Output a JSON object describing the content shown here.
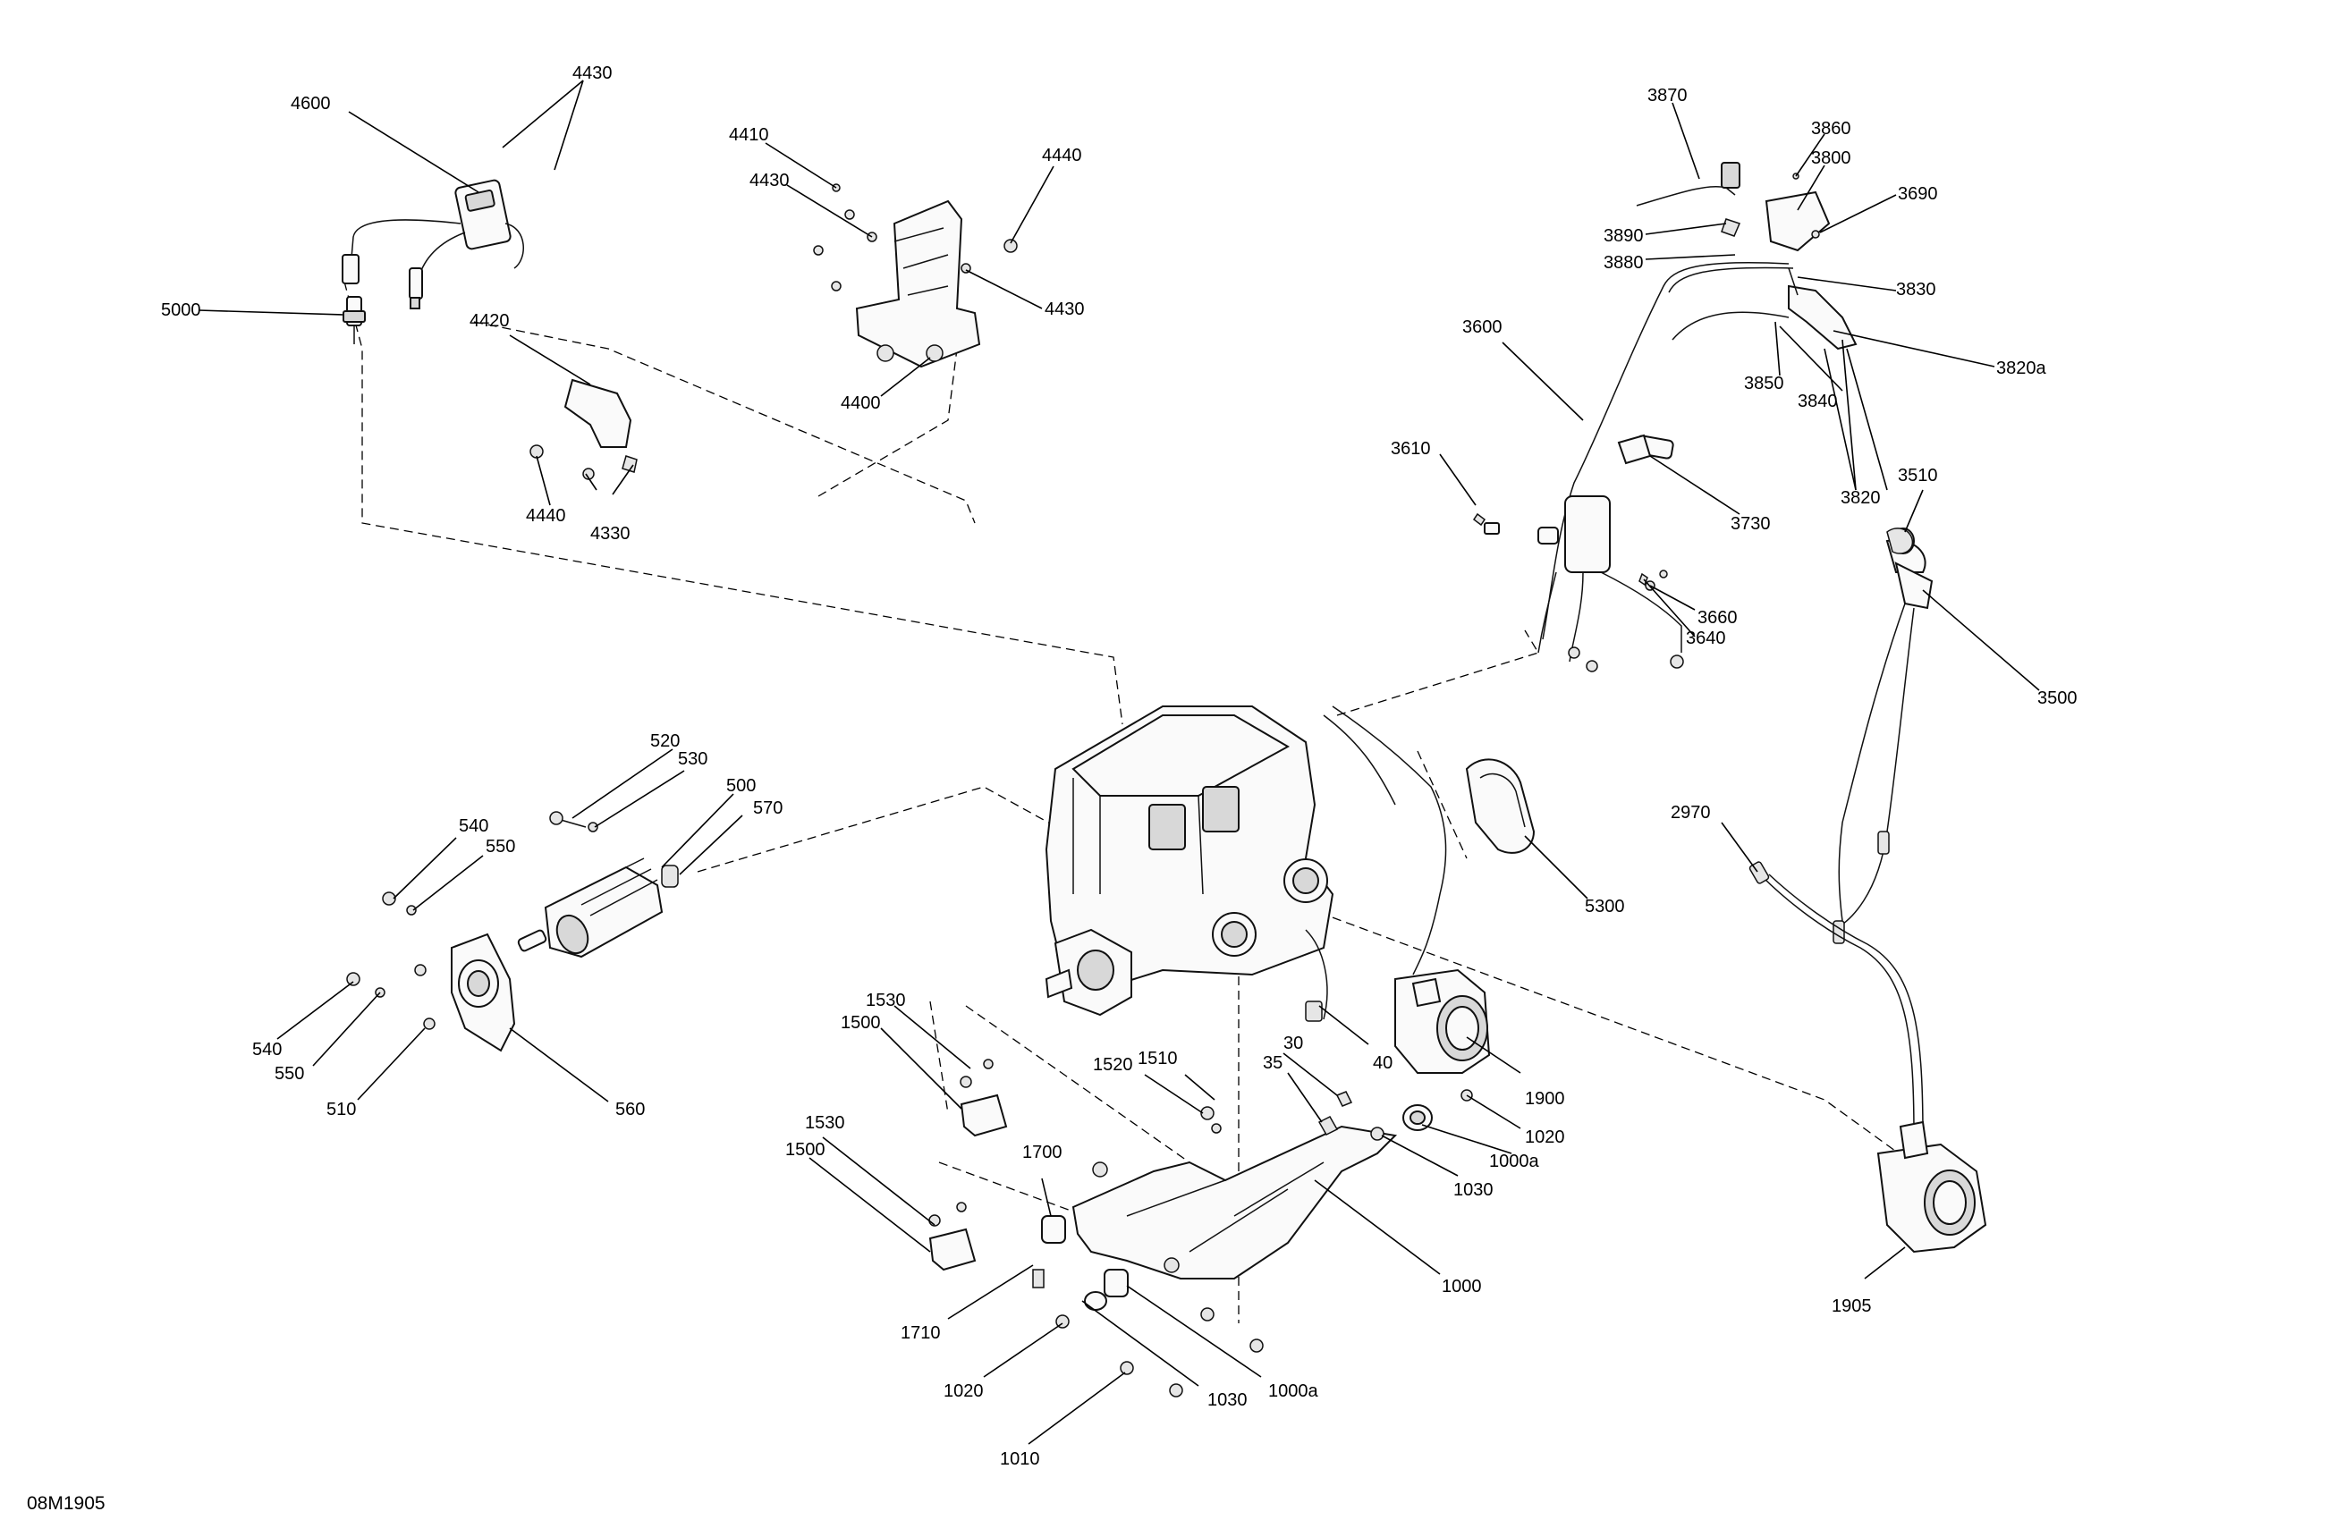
{
  "diagram_code": "08M1905",
  "callouts": [
    {
      "id": "c-4430a",
      "label": "4430"
    },
    {
      "id": "c-4600",
      "label": "4600"
    },
    {
      "id": "c-5000",
      "label": "5000"
    },
    {
      "id": "c-4420",
      "label": "4420"
    },
    {
      "id": "c-4440a",
      "label": "4440"
    },
    {
      "id": "c-4330",
      "label": "4330"
    },
    {
      "id": "c-4410",
      "label": "4410"
    },
    {
      "id": "c-4430b",
      "label": "4430"
    },
    {
      "id": "c-4440b",
      "label": "4440"
    },
    {
      "id": "c-4430c",
      "label": "4430"
    },
    {
      "id": "c-4400",
      "label": "4400"
    },
    {
      "id": "c-3870",
      "label": "3870"
    },
    {
      "id": "c-3860",
      "label": "3860"
    },
    {
      "id": "c-3800",
      "label": "3800"
    },
    {
      "id": "c-3690",
      "label": "3690"
    },
    {
      "id": "c-3890",
      "label": "3890"
    },
    {
      "id": "c-3880",
      "label": "3880"
    },
    {
      "id": "c-3830",
      "label": "3830"
    },
    {
      "id": "c-3600",
      "label": "3600"
    },
    {
      "id": "c-3820a",
      "label": "3820a"
    },
    {
      "id": "c-3850",
      "label": "3850"
    },
    {
      "id": "c-3840",
      "label": "3840"
    },
    {
      "id": "c-3610",
      "label": "3610"
    },
    {
      "id": "c-3510",
      "label": "3510"
    },
    {
      "id": "c-3820",
      "label": "3820"
    },
    {
      "id": "c-3730",
      "label": "3730"
    },
    {
      "id": "c-3660",
      "label": "3660"
    },
    {
      "id": "c-3640",
      "label": "3640"
    },
    {
      "id": "c-3500",
      "label": "3500"
    },
    {
      "id": "c-520",
      "label": "520"
    },
    {
      "id": "c-530",
      "label": "530"
    },
    {
      "id": "c-500",
      "label": "500"
    },
    {
      "id": "c-570",
      "label": "570"
    },
    {
      "id": "c-540a",
      "label": "540"
    },
    {
      "id": "c-550a",
      "label": "550"
    },
    {
      "id": "c-540b",
      "label": "540"
    },
    {
      "id": "c-550b",
      "label": "550"
    },
    {
      "id": "c-510",
      "label": "510"
    },
    {
      "id": "c-560",
      "label": "560"
    },
    {
      "id": "c-5300",
      "label": "5300"
    },
    {
      "id": "c-2970",
      "label": "2970"
    },
    {
      "id": "c-1530a",
      "label": "1530"
    },
    {
      "id": "c-1500a",
      "label": "1500"
    },
    {
      "id": "c-1520",
      "label": "1520"
    },
    {
      "id": "c-1510",
      "label": "1510"
    },
    {
      "id": "c-30",
      "label": "30"
    },
    {
      "id": "c-35",
      "label": "35"
    },
    {
      "id": "c-40",
      "label": "40"
    },
    {
      "id": "c-1900",
      "label": "1900"
    },
    {
      "id": "c-1020a",
      "label": "1020"
    },
    {
      "id": "c-1000a1",
      "label": "1000a"
    },
    {
      "id": "c-1030a",
      "label": "1030"
    },
    {
      "id": "c-1530b",
      "label": "1530"
    },
    {
      "id": "c-1500b",
      "label": "1500"
    },
    {
      "id": "c-1700",
      "label": "1700"
    },
    {
      "id": "c-1000",
      "label": "1000"
    },
    {
      "id": "c-1710",
      "label": "1710"
    },
    {
      "id": "c-1020b",
      "label": "1020"
    },
    {
      "id": "c-1030b",
      "label": "1030"
    },
    {
      "id": "c-1000a2",
      "label": "1000a"
    },
    {
      "id": "c-1010",
      "label": "1010"
    },
    {
      "id": "c-1905",
      "label": "1905"
    }
  ]
}
